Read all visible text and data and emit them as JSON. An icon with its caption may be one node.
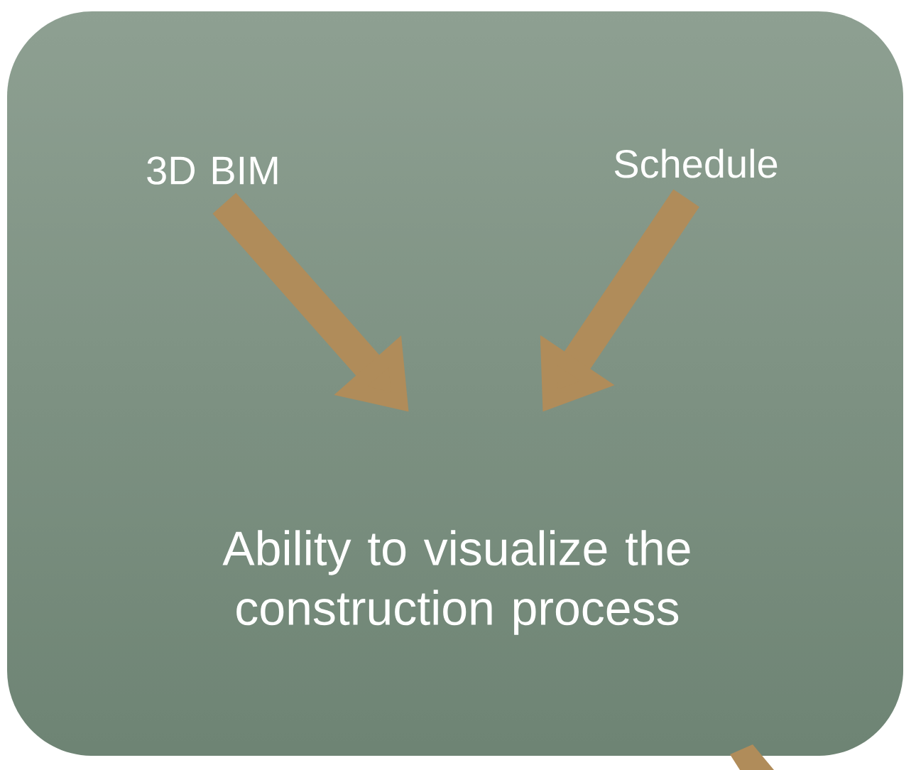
{
  "diagram": {
    "nodes": [
      {
        "text": [
          "3D BIM"
        ]
      },
      {
        "text": [
          "Schedule"
        ]
      },
      {
        "text": [
          "Ability to visualize the construction process"
        ]
      }
    ],
    "edges": [
      {
        "from": 0,
        "to": null,
        "arrow": "to"
      },
      {
        "from": 1,
        "to": null,
        "arrow": "to"
      }
    ]
  }
}
